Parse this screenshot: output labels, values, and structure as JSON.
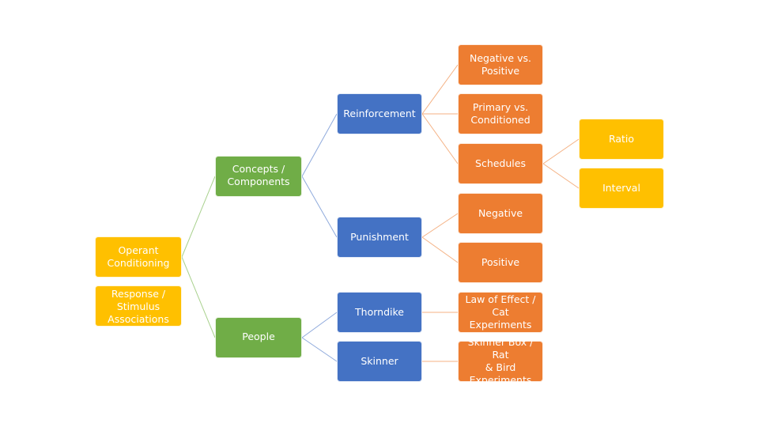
{
  "colors": {
    "yellow": "#FFC000",
    "green": "#70AD47",
    "blue": "#4472C4",
    "orange": "#ED7D31",
    "connector_green": "#A9D18E",
    "connector_blue": "#8FAADC",
    "connector_orange": "#F4B183"
  },
  "nodes": {
    "operant_conditioning": "Operant\nConditioning",
    "response_stimulus": "Response /\nStimulus\nAssociations",
    "concepts_components": "Concepts /\nComponents",
    "people": "People",
    "reinforcement": "Reinforcement",
    "punishment": "Punishment",
    "thorndike": "Thorndike",
    "skinner": "Skinner",
    "negative_vs_positive": "Negative vs.\nPositive",
    "primary_vs_conditioned": "Primary vs.\nConditioned",
    "schedules": "Schedules",
    "negative": "Negative",
    "positive": "Positive",
    "law_of_effect": "Law of Effect /\nCat Experiments",
    "skinner_box": "Skinner Box / Rat\n& Bird\nExperiments",
    "ratio": "Ratio",
    "interval": "Interval"
  }
}
